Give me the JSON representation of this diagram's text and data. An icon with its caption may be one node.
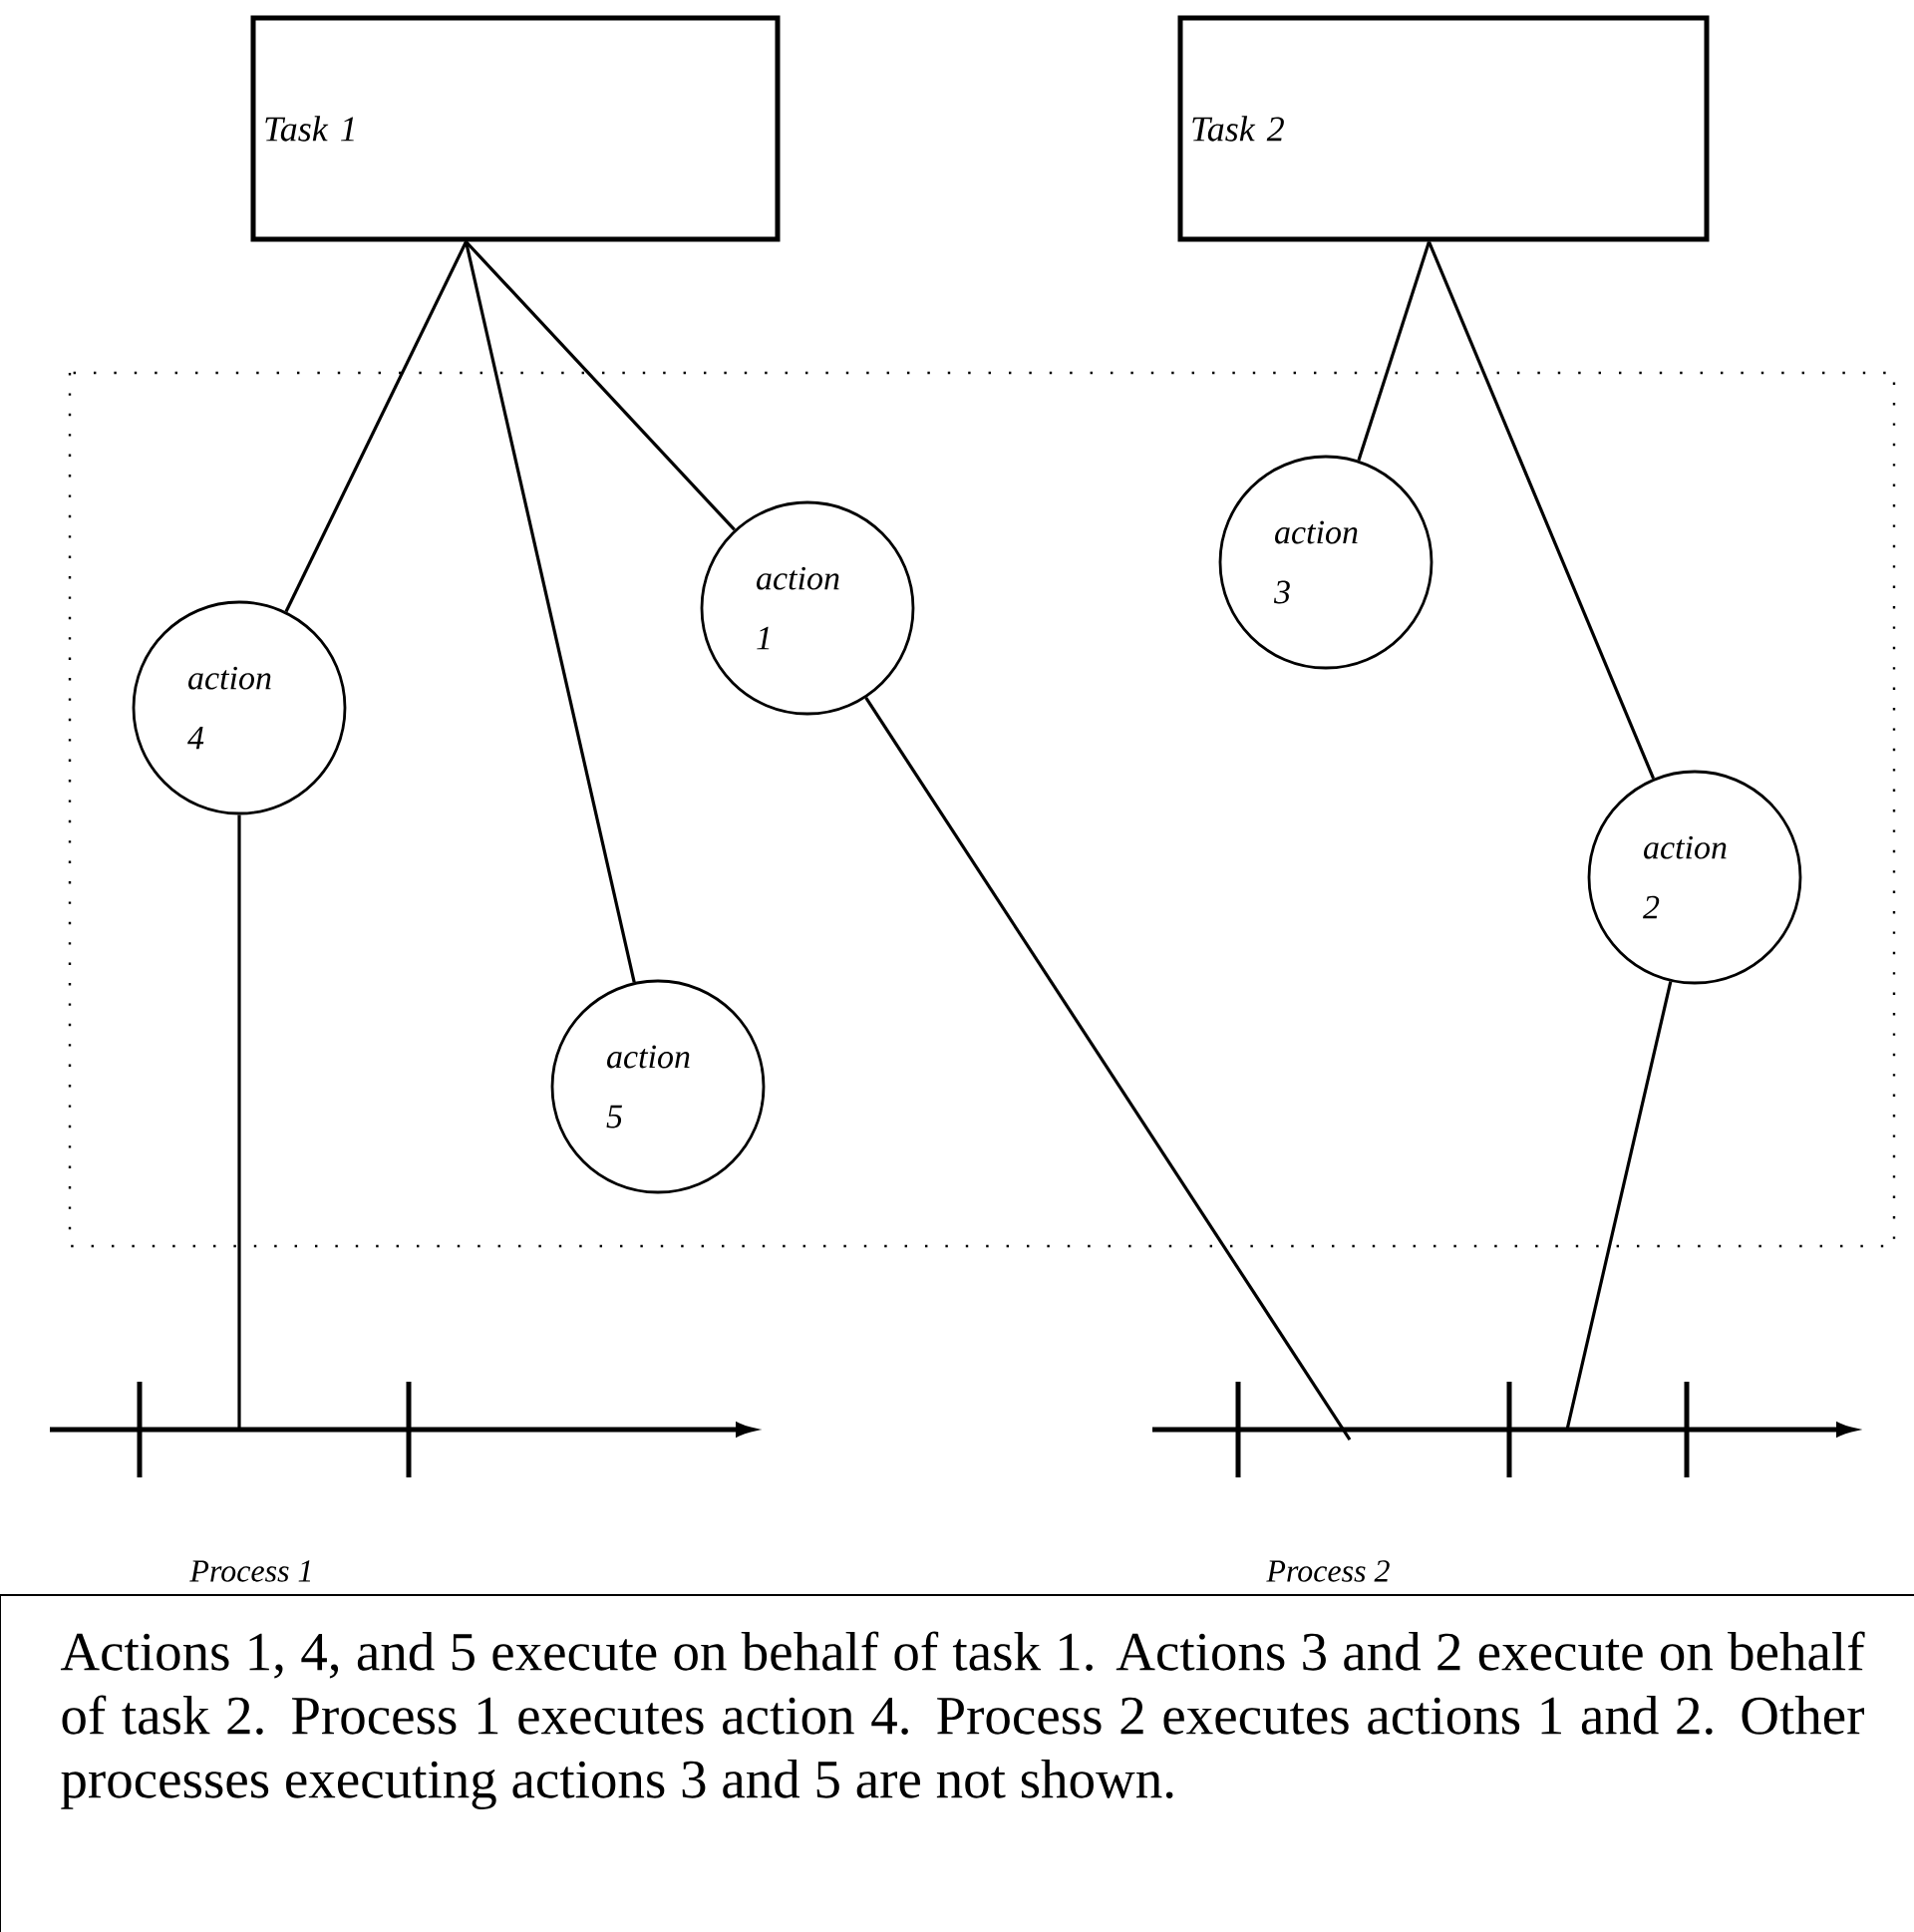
{
  "diagram": {
    "caption": "Actions 1, 4, and 5 execute on behalf of task 1. Actions 3 and 2 execute on behalf of task 2. Process 1 executes action 4. Process 2 executes actions 1 and 2. Other processes executing actions 3 and 5 are not shown.",
    "nodes": [
      {
        "text": [
          "Task 1"
        ]
      },
      {
        "text": [
          "Task 2"
        ]
      },
      {
        "text": [
          "action 4"
        ]
      },
      {
        "text": [
          "action 5"
        ]
      },
      {
        "text": [
          "action 1"
        ]
      },
      {
        "text": [
          "action 3"
        ]
      },
      {
        "text": [
          "action 2"
        ]
      },
      {
        "text": [],
        "shape": "line",
        "beside": [
          "Process 1"
        ]
      },
      {
        "text": [],
        "shape": "line",
        "beside": [
          "Process 2"
        ]
      }
    ],
    "edges": [
      {
        "from": 0,
        "to": 2,
        "arrow": "none"
      },
      {
        "from": 0,
        "to": 3,
        "arrow": "none"
      },
      {
        "from": 0,
        "to": 4,
        "arrow": "none"
      },
      {
        "from": 1,
        "to": 5,
        "arrow": "none"
      },
      {
        "from": 1,
        "to": 6,
        "arrow": "none"
      },
      {
        "from": 2,
        "to": 7,
        "arrow": "none"
      },
      {
        "from": 4,
        "to": 8,
        "arrow": "none"
      },
      {
        "from": 6,
        "to": 8,
        "arrow": "none"
      }
    ]
  }
}
